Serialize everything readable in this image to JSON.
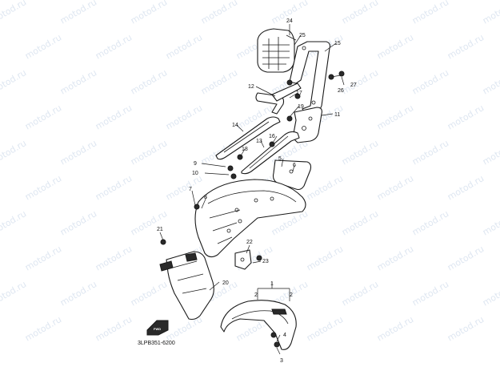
{
  "diagram": {
    "watermark_text": "motod.ru",
    "code_label": "3LPB351-6200",
    "fwd_badge": "FWD",
    "callouts": [
      "1",
      "2",
      "2",
      "3",
      "4",
      "5",
      "6",
      "7",
      "8",
      "9",
      "10",
      "11",
      "12",
      "13",
      "14",
      "15",
      "16",
      "17",
      "18",
      "19",
      "20",
      "21",
      "22",
      "23",
      "24",
      "25",
      "26",
      "27"
    ]
  },
  "colors": {
    "line": "#1a1a1a",
    "background": "#ffffff",
    "watermark": "#c4d3e6"
  }
}
